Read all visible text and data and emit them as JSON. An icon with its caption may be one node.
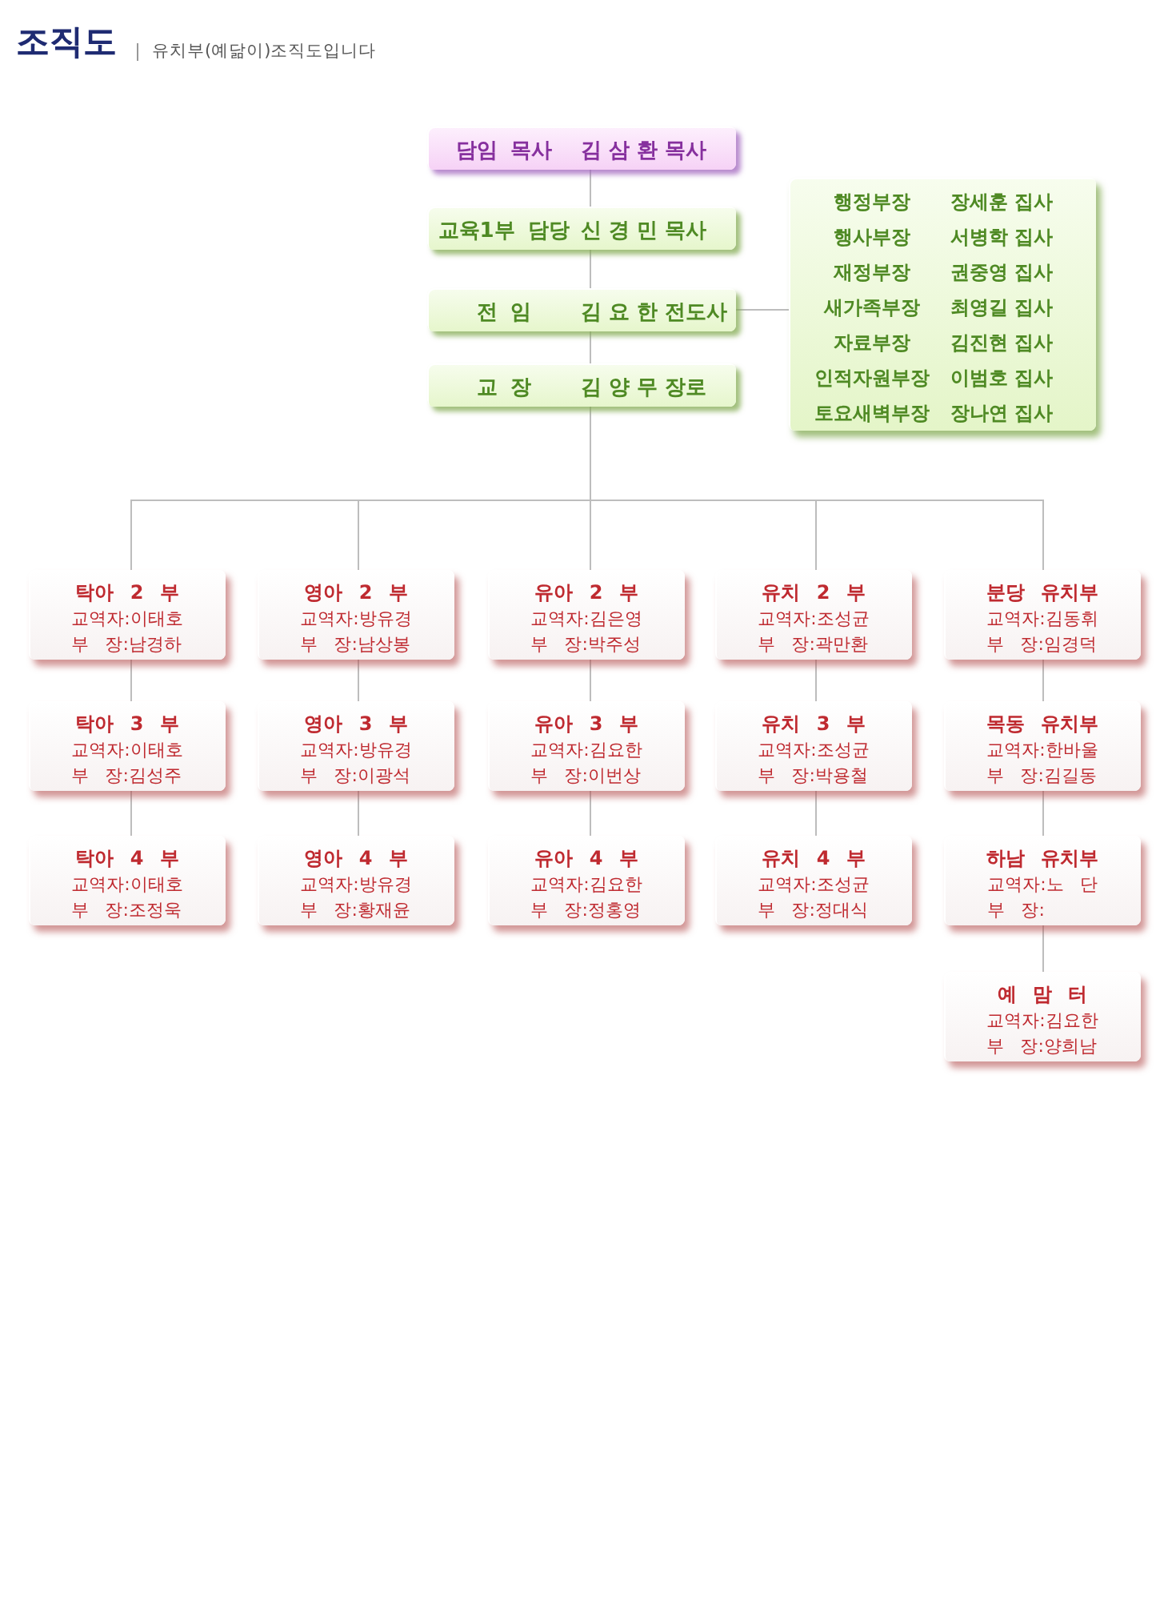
{
  "diagram": {
    "title": "조직도",
    "labels": [
      "유치부(예닮이)조직도입니다"
    ],
    "nodes": [
      {
        "text": [
          "담임 목사",
          "김 삼 환 목사"
        ]
      },
      {
        "text": [
          "교육1부 담당",
          "신 경 민 목사"
        ]
      },
      {
        "text": [
          "전 임",
          "김 요 한 전도사"
        ]
      },
      {
        "text": [
          "교 장",
          "김 양 무 장로"
        ]
      },
      {
        "text": [
          "행정부장",
          "장세훈 집사",
          "행사부장",
          "서병학 집사",
          "재정부장",
          "권중영 집사",
          "새가족부장",
          "최영길 집사",
          "자료부장",
          "김진현 집사",
          "인적자원부장",
          "이범호 집사",
          "토요새벽부장",
          "장나연 집사"
        ]
      },
      {
        "text": [
          "탁아 2 부",
          "교역자:이태호",
          "부 장:남경하"
        ]
      },
      {
        "text": [
          "영아 2 부",
          "교역자:방유경",
          "부 장:남상봉"
        ]
      },
      {
        "text": [
          "유아 2 부",
          "교역자:김은영",
          "부 장:박주성"
        ]
      },
      {
        "text": [
          "유치 2 부",
          "교역자:조성균",
          "부 장:곽만환"
        ]
      },
      {
        "text": [
          "분당 유치부",
          "교역자:김동휘",
          "부 장:임경덕"
        ]
      },
      {
        "text": [
          "탁아 3 부",
          "교역자:이태호",
          "부 장:김성주"
        ]
      },
      {
        "text": [
          "영아 3 부",
          "교역자:방유경",
          "부 장:이광석"
        ]
      },
      {
        "text": [
          "유아 3 부",
          "교역자:김요한",
          "부 장:이번상"
        ]
      },
      {
        "text": [
          "유치 3 부",
          "교역자:조성균",
          "부 장:박용철"
        ]
      },
      {
        "text": [
          "목동 유치부",
          "교역자:한바울",
          "부 장:김길동"
        ]
      },
      {
        "text": [
          "탁아 4 부",
          "교역자:이태호",
          "부 장:조정욱"
        ]
      },
      {
        "text": [
          "영아 4 부",
          "교역자:방유경",
          "부 장:황재윤"
        ]
      },
      {
        "text": [
          "유아 4 부",
          "교역자:김요한",
          "부 장:정홍영"
        ]
      },
      {
        "text": [
          "유치 4 부",
          "교역자:조성균",
          "부 장:정대식"
        ]
      },
      {
        "text": [
          "하남 유치부",
          "교역자:노 단",
          "부 장:"
        ]
      },
      {
        "text": [
          "예 맘 터",
          "교역자:김요한",
          "부 장:양희남"
        ]
      }
    ],
    "edges": [
      {
        "from": 0,
        "to": 1,
        "arrow": "none"
      },
      {
        "from": 1,
        "to": 2,
        "arrow": "none"
      },
      {
        "from": 2,
        "to": 3,
        "arrow": "none"
      },
      {
        "from": 2,
        "to": 4,
        "arrow": "none"
      },
      {
        "from": 3,
        "to": 5,
        "arrow": "none"
      },
      {
        "from": 3,
        "to": 6,
        "arrow": "none"
      },
      {
        "from": 3,
        "to": 7,
        "arrow": "none"
      },
      {
        "from": 3,
        "to": 8,
        "arrow": "none"
      },
      {
        "from": 3,
        "to": 9,
        "arrow": "none"
      },
      {
        "from": 5,
        "to": 10,
        "arrow": "none"
      },
      {
        "from": 10,
        "to": 15,
        "arrow": "none"
      },
      {
        "from": 6,
        "to": 11,
        "arrow": "none"
      },
      {
        "from": 11,
        "to": 16,
        "arrow": "none"
      },
      {
        "from": 7,
        "to": 12,
        "arrow": "none"
      },
      {
        "from": 12,
        "to": 17,
        "arrow": "none"
      },
      {
        "from": 8,
        "to": 13,
        "arrow": "none"
      },
      {
        "from": 13,
        "to": 18,
        "arrow": "none"
      },
      {
        "from": 9,
        "to": 14,
        "arrow": "none"
      },
      {
        "from": 14,
        "to": 19,
        "arrow": "none"
      },
      {
        "from": 19,
        "to": 20,
        "arrow": "none"
      }
    ]
  }
}
